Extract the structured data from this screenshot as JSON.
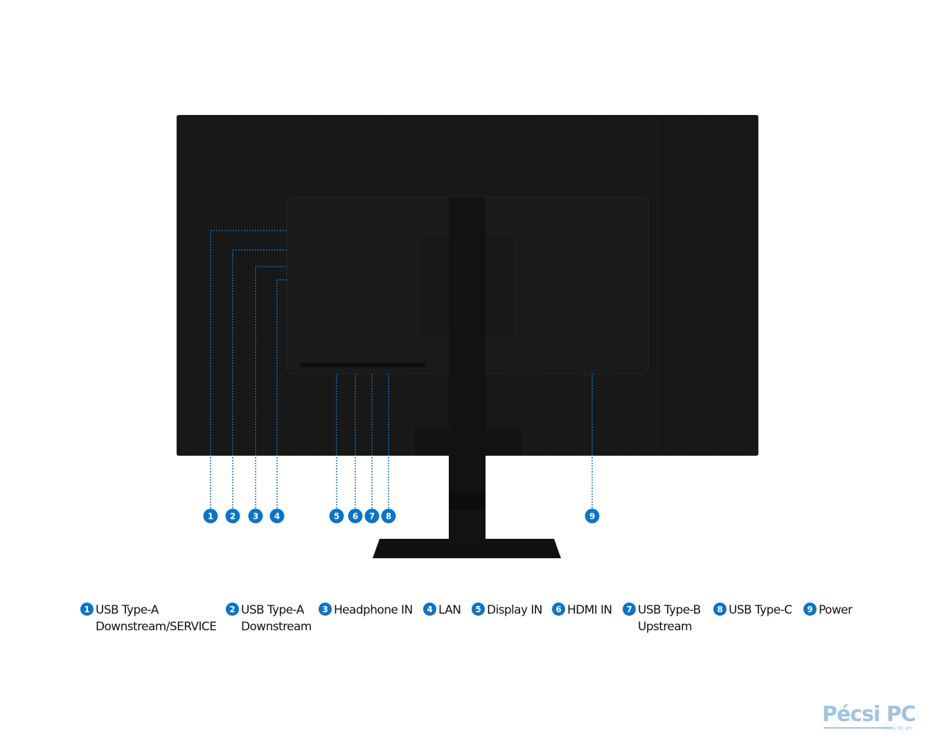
{
  "callouts": [
    {
      "id": "1",
      "label_lines": [
        "USB Type-A",
        "Downstream/SERVICE"
      ]
    },
    {
      "id": "2",
      "label_lines": [
        "USB Type-A",
        "Downstream"
      ]
    },
    {
      "id": "3",
      "label_lines": [
        "Headphone IN"
      ]
    },
    {
      "id": "4",
      "label_lines": [
        "LAN"
      ]
    },
    {
      "id": "5",
      "label_lines": [
        "Display IN"
      ]
    },
    {
      "id": "6",
      "label_lines": [
        "HDMI IN"
      ]
    },
    {
      "id": "7",
      "label_lines": [
        "USB Type-B",
        "Upstream"
      ]
    },
    {
      "id": "8",
      "label_lines": [
        "USB Type-C"
      ]
    },
    {
      "id": "9",
      "label_lines": [
        "Power"
      ]
    }
  ],
  "brand": {
    "name": "Pécsi PC",
    "sub": "Pécsi PC Kft."
  },
  "colors": {
    "accent": "#0a74c8",
    "monitor": "#151515",
    "brand": "#9fc4df"
  }
}
